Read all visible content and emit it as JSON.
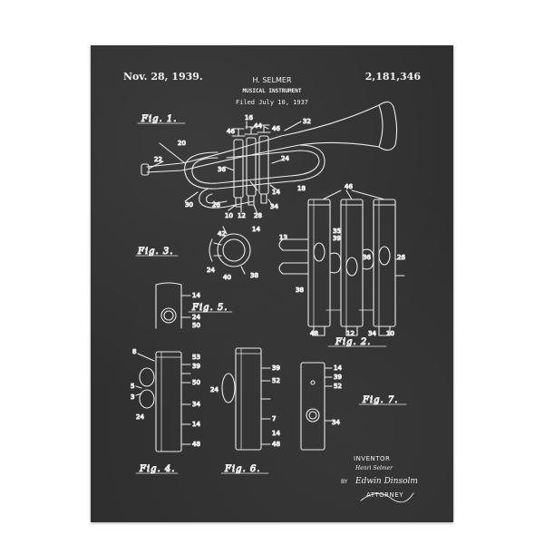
{
  "header": {
    "date": "Nov. 28, 1939.",
    "patent_number": "2,181,346",
    "inventor_short": "H. SELMER",
    "title": "MUSICAL INSTRUMENT",
    "filed": "Filed July 10, 1937"
  },
  "figures": {
    "fig1": "Fig. 1.",
    "fig2": "Fig. 2.",
    "fig3": "Fig. 3.",
    "fig4": "Fig. 4.",
    "fig5": "Fig. 5.",
    "fig6": "Fig. 6.",
    "fig7": "Fig. 7."
  },
  "labels": {
    "n16": "16",
    "n44": "44",
    "n46a": "46",
    "n46b": "46",
    "n32": "32",
    "n20": "20",
    "n22": "22",
    "n36": "36",
    "n24a": "24",
    "n18": "18",
    "n30": "30",
    "n26": "26",
    "n10": "10",
    "n12": "12",
    "n28": "28",
    "n34": "34",
    "n14a": "14",
    "n46c": "46",
    "n13": "13",
    "n35": "35",
    "n39a": "39",
    "n36b": "36",
    "n38b": "38",
    "n48b": "48",
    "n12b": "12",
    "n34b": "34",
    "n10b": "10",
    "n26b": "26",
    "n42": "42",
    "n14b": "14",
    "n24b": "24",
    "n40": "40",
    "n38": "38",
    "n14c": "14",
    "n24c": "24",
    "n50c": "50",
    "n8": "8",
    "n53": "53",
    "n39b": "39",
    "n5": "5",
    "n50": "50",
    "n3": "3",
    "n24d": "24",
    "n34d": "34",
    "n14d": "14",
    "n48d": "48",
    "n24e": "24",
    "n39e": "39",
    "n52e": "52",
    "n7e": "7",
    "n14e": "14",
    "n48e": "48",
    "n14f": "14",
    "n39f": "39",
    "n52f": "52",
    "n34f": "34"
  },
  "signature": {
    "inventor_label": "INVENTOR",
    "inventor_name": "Henri Selmer",
    "by": "BY",
    "attorney_signature": "Edwin Dinsolm",
    "attorney_label": "ATTORNEY"
  },
  "colors": {
    "chalkboard": "#2f2f2f",
    "chalk": "#efefef"
  }
}
